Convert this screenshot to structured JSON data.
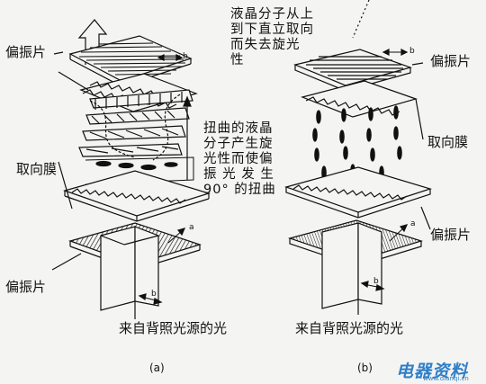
{
  "panel_a": {
    "label_polarizer_top": "偏振片",
    "label_alignment": "取向膜",
    "label_polarizer_bottom": "偏振片",
    "note_lines": [
      "扭曲的液晶",
      "分子产生旋",
      "光性而使偏",
      "振 光 发 生",
      "90° 的扭曲"
    ],
    "axis_b": "b",
    "axis_a": "a",
    "source_label": "来自背照光源的光",
    "caption": "(a)"
  },
  "panel_b": {
    "note_lines": [
      "液晶分子从上",
      "到下直立取向",
      "而失去旋光",
      "性"
    ],
    "label_polarizer_top": "偏振片",
    "label_alignment": "取向膜",
    "label_polarizer_bottom": "偏振片",
    "axis_b": "b",
    "axis_a": "a",
    "source_label": "来自背照光源的光",
    "caption": "(b)"
  },
  "watermark": {
    "text": "电器资料",
    "url": "www.dianqi.cn"
  }
}
